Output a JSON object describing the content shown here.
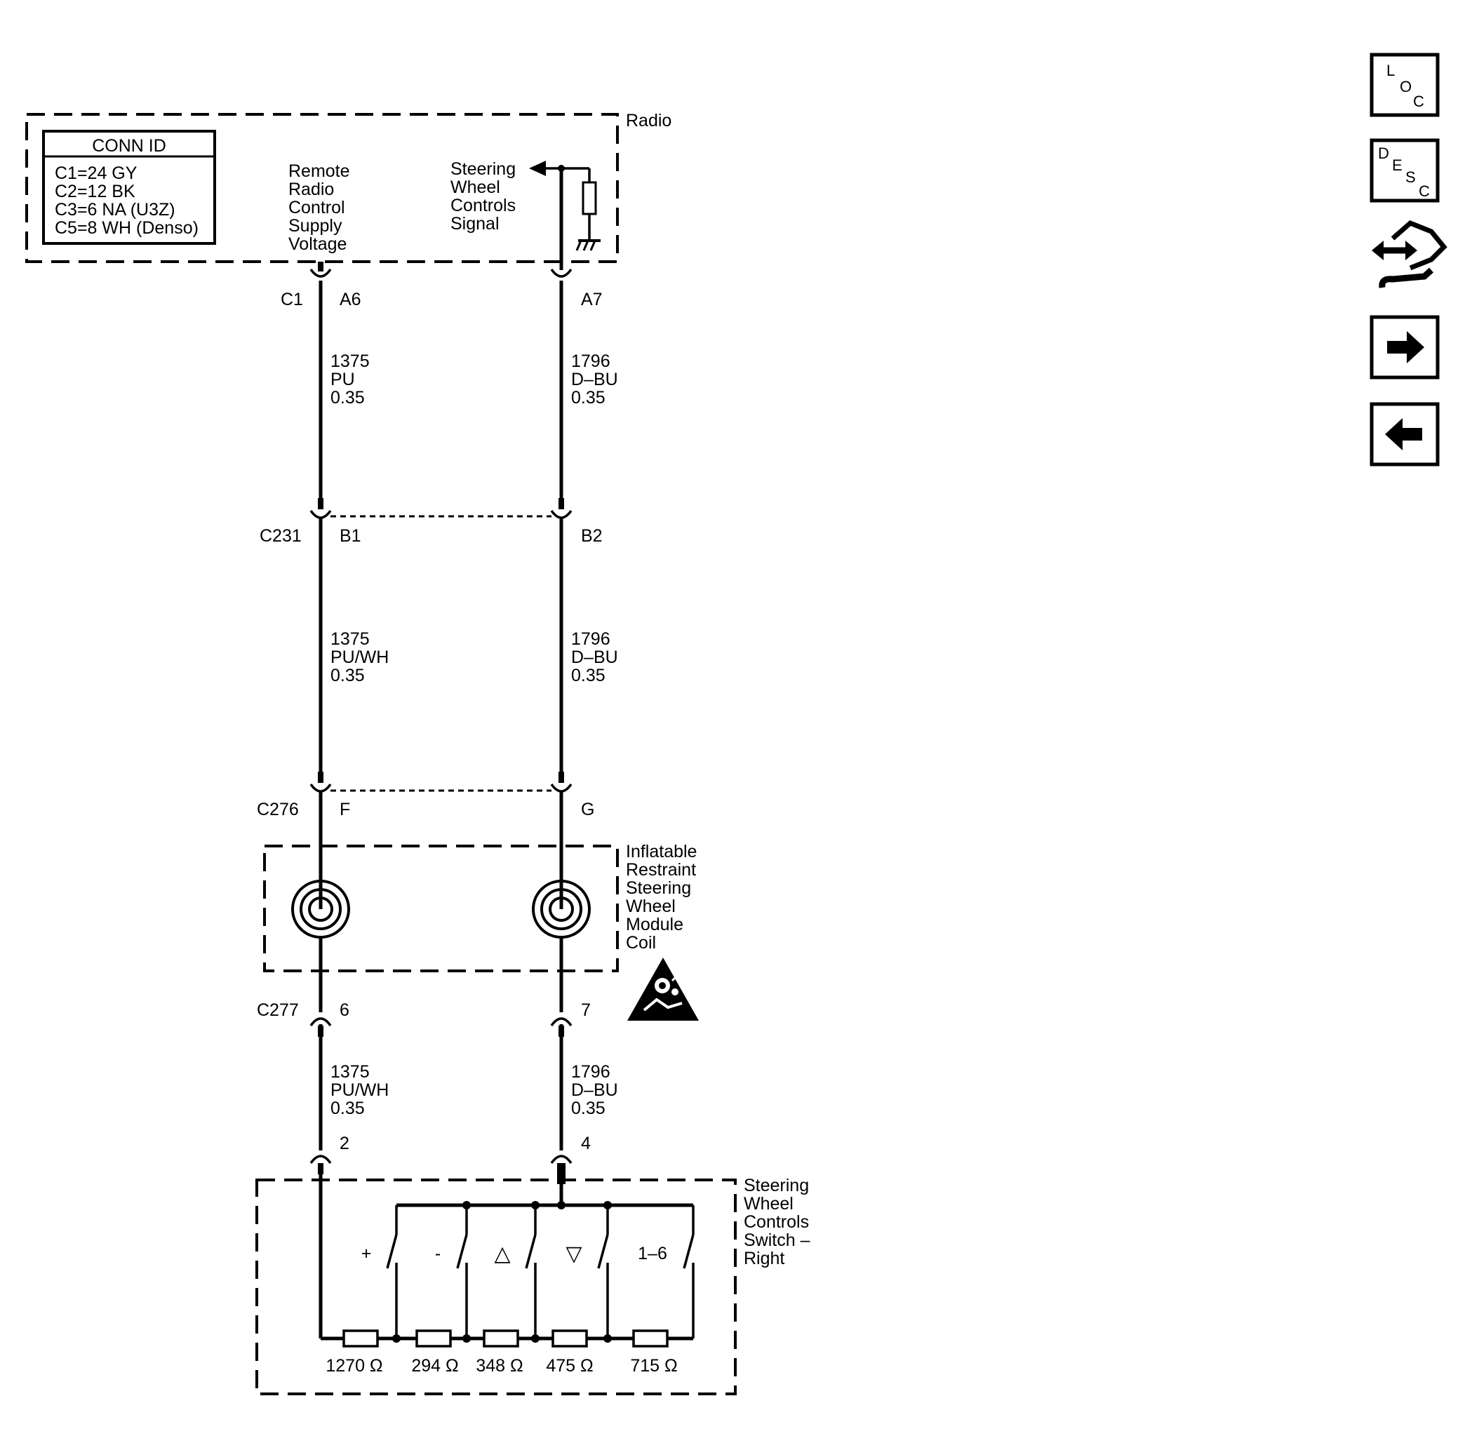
{
  "conn_id": {
    "title": "CONN ID",
    "lines": [
      "C1=24 GY",
      "C2=12 BK",
      "C3=6 NA (U3Z)",
      "C5=8 WH (Denso)"
    ]
  },
  "radio": {
    "name": "Radio",
    "left_circuit_label": [
      "Remote",
      "Radio",
      "Control",
      "Supply",
      "Voltage"
    ],
    "right_circuit_label": [
      "Steering",
      "Wheel",
      "Controls",
      "Signal"
    ]
  },
  "connectors": {
    "c1": {
      "id": "C1",
      "left_pin": "A6",
      "right_pin": "A7"
    },
    "c231": {
      "id": "C231",
      "left_pin": "B1",
      "right_pin": "B2"
    },
    "c276": {
      "id": "C276",
      "left_pin": "F",
      "right_pin": "G"
    },
    "c277": {
      "id": "C277",
      "left_pin": "6",
      "right_pin": "7"
    },
    "switch": {
      "left_pin": "2",
      "right_pin": "4"
    }
  },
  "wires": {
    "seg1_left": [
      "1375",
      "PU",
      "0.35"
    ],
    "seg1_right": [
      "1796",
      "D–BU",
      "0.35"
    ],
    "seg2_left": [
      "1375",
      "PU/WH",
      "0.35"
    ],
    "seg2_right": [
      "1796",
      "D–BU",
      "0.35"
    ],
    "seg3_left": [
      "1375",
      "PU/WH",
      "0.35"
    ],
    "seg3_right": [
      "1796",
      "D–BU",
      "0.35"
    ]
  },
  "coil": {
    "name": [
      "Inflatable",
      "Restraint",
      "Steering",
      "Wheel",
      "Module",
      "Coil"
    ]
  },
  "switch": {
    "name": [
      "Steering",
      "Wheel",
      "Controls",
      "Switch –",
      "Right"
    ],
    "buttons": [
      "+",
      "-",
      "△",
      "▽",
      "1–6"
    ],
    "resistors": [
      "1270 Ω",
      "294 Ω",
      "348 Ω",
      "475 Ω",
      "715 Ω"
    ]
  },
  "nav": {
    "loc": [
      "L",
      "O",
      "C"
    ],
    "desc": [
      "D",
      "E",
      "S",
      "C"
    ]
  }
}
